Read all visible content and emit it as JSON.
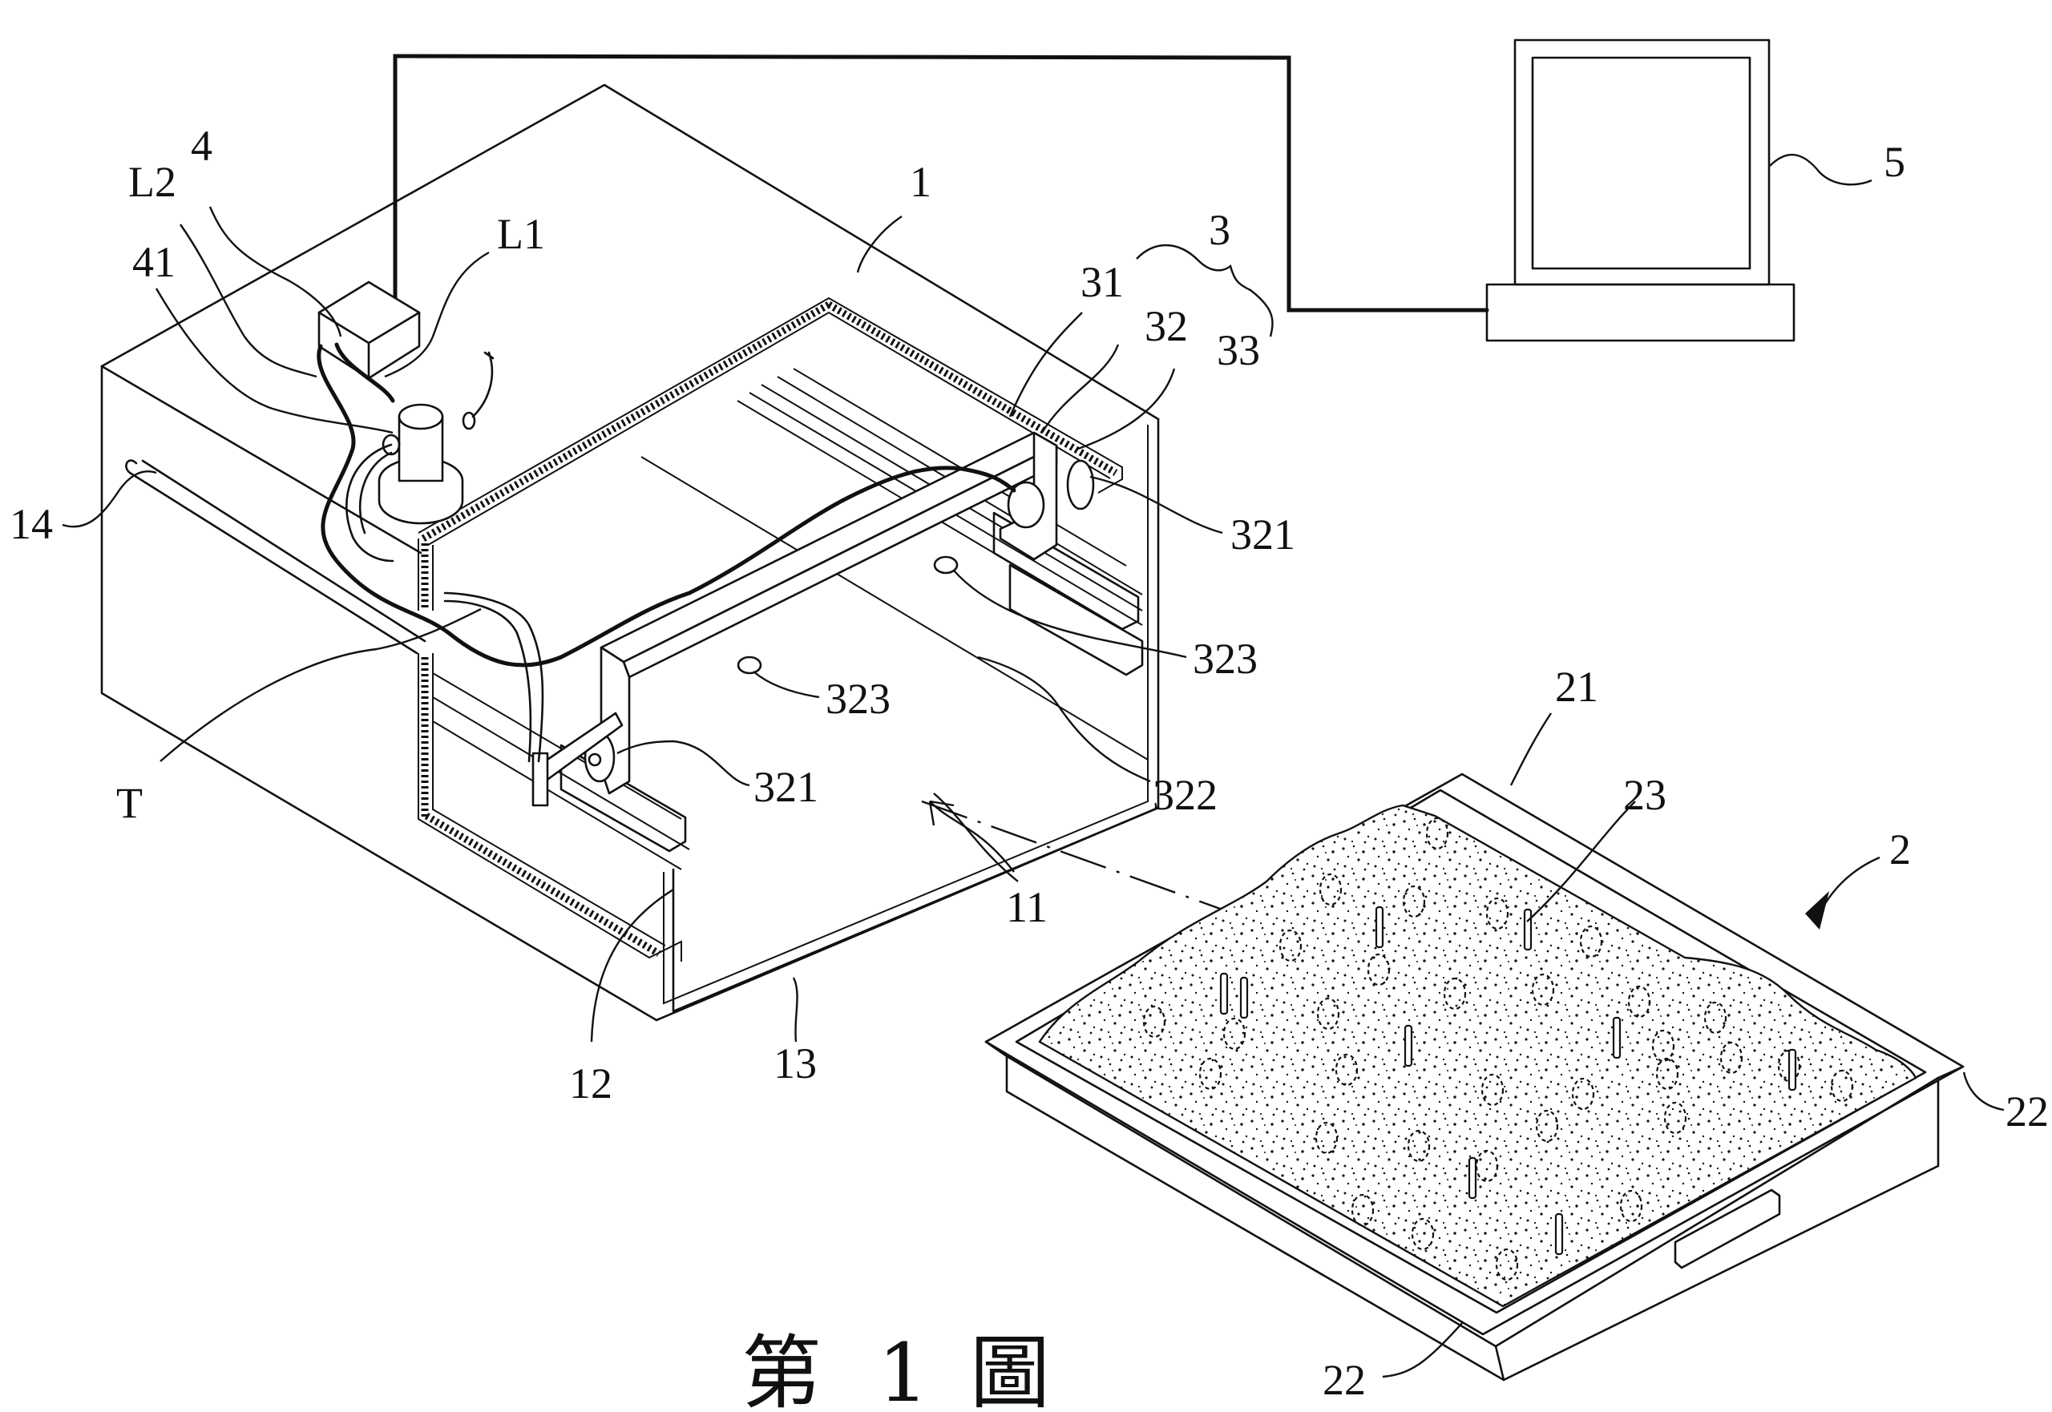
{
  "figure": {
    "title": "第 1 圖",
    "type": "patent-drawing",
    "subject": "seed/soil inspection apparatus with gantry-mounted sensor and computer"
  },
  "components": [
    {
      "ref": "1",
      "name": "housing"
    },
    {
      "ref": "11",
      "name": "opening"
    },
    {
      "ref": "12",
      "name": "guide-slot"
    },
    {
      "ref": "13",
      "name": "bottom-edge"
    },
    {
      "ref": "14",
      "name": "side-handle-slot"
    },
    {
      "ref": "2",
      "name": "tray"
    },
    {
      "ref": "21",
      "name": "soil-medium"
    },
    {
      "ref": "22",
      "name": "tray-rim"
    },
    {
      "ref": "23",
      "name": "probe-pin"
    },
    {
      "ref": "3",
      "name": "moving-mechanism"
    },
    {
      "ref": "31",
      "name": "rail"
    },
    {
      "ref": "32",
      "name": "carriage-beam"
    },
    {
      "ref": "321",
      "name": "roller-wheel"
    },
    {
      "ref": "322",
      "name": "beam-body"
    },
    {
      "ref": "323",
      "name": "sensor-head"
    },
    {
      "ref": "33",
      "name": "drive-motor"
    },
    {
      "ref": "4",
      "name": "controller-box"
    },
    {
      "ref": "41",
      "name": "pump"
    },
    {
      "ref": "5",
      "name": "computer"
    },
    {
      "ref": "L1",
      "name": "line-1"
    },
    {
      "ref": "L2",
      "name": "line-2"
    },
    {
      "ref": "T",
      "name": "tube"
    }
  ],
  "labels": {
    "l1": "1",
    "l11": "11",
    "l12": "12",
    "l13": "13",
    "l14": "14",
    "l2": "2",
    "l21": "21",
    "l22a": "22",
    "l22b": "22",
    "l23": "23",
    "l3": "3",
    "l31": "31",
    "l32": "32",
    "l321a": "321",
    "l321b": "321",
    "l322": "322",
    "l323a": "323",
    "l323b": "323",
    "l33": "33",
    "l4": "4",
    "l41": "41",
    "l5": "5",
    "lL1": "L1",
    "lL2": "L2",
    "lT": "T"
  },
  "caption": {
    "prefix": "第",
    "number": "1",
    "suffix": "圖"
  }
}
